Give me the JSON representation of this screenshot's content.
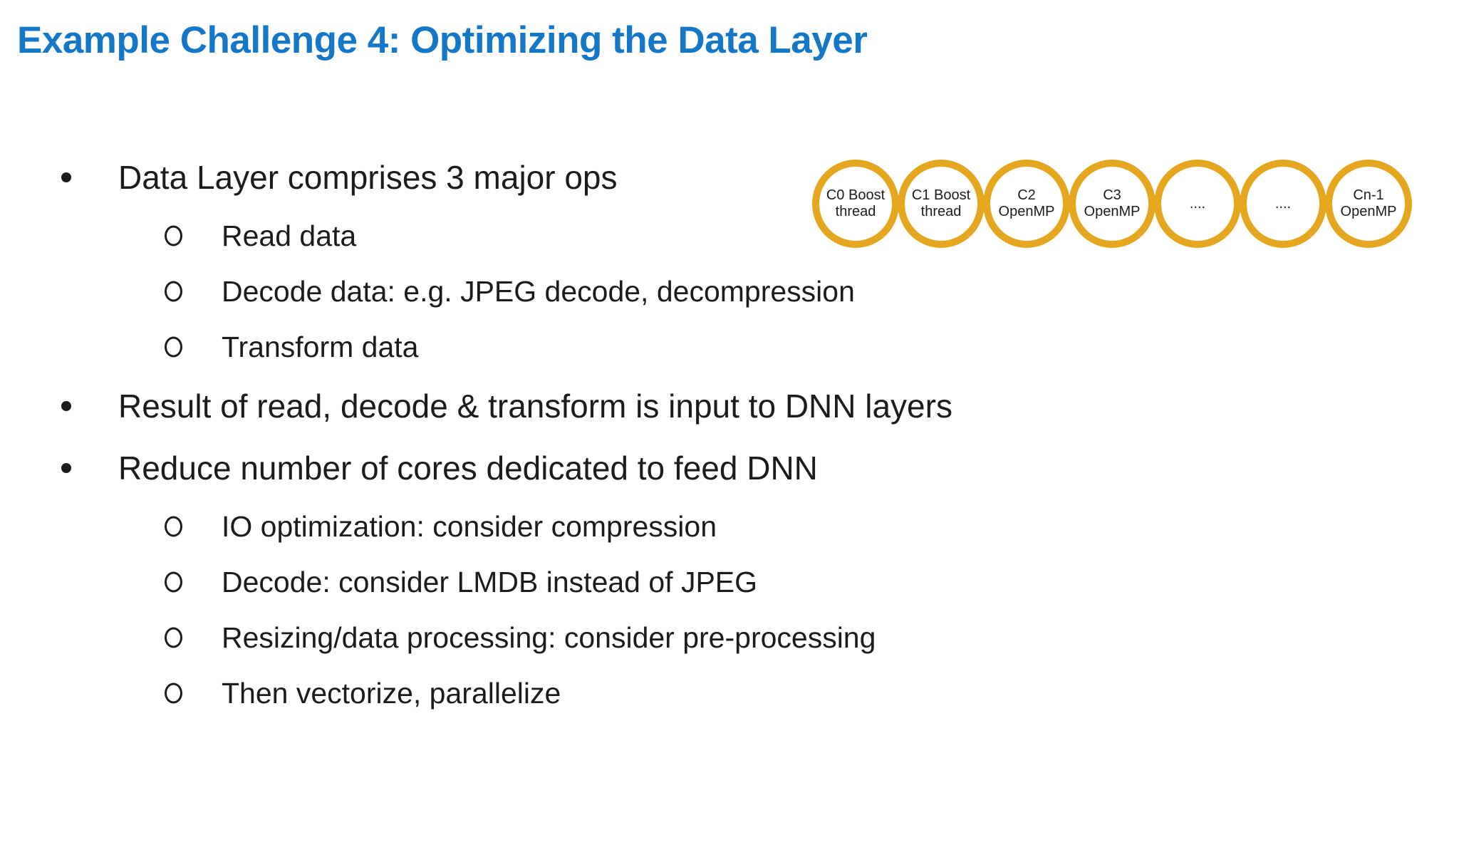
{
  "slide": {
    "title": "Example Challenge 4: Optimizing the Data Layer",
    "title_color": "#1577c8",
    "background_color": "#ffffff",
    "text_color": "#1c1c1c"
  },
  "bullets": [
    {
      "level": 1,
      "text": "Data Layer comprises 3 major ops"
    },
    {
      "level": 2,
      "text": "Read data"
    },
    {
      "level": 2,
      "text": "Decode data: e.g. JPEG decode, decompression"
    },
    {
      "level": 2,
      "text": "Transform data"
    },
    {
      "level": 1,
      "text": "Result of read, decode & transform is input to DNN layers"
    },
    {
      "level": 1,
      "text": "Reduce number of cores dedicated to feed DNN"
    },
    {
      "level": 2,
      "text": "IO optimization: consider compression"
    },
    {
      "level": 2,
      "text": "Decode: consider LMDB instead of JPEG"
    },
    {
      "level": 2,
      "text": "Resizing/data processing: consider pre-processing"
    },
    {
      "level": 2,
      "text": "Then vectorize, parallelize"
    }
  ],
  "diagram": {
    "ring_color": "#e6a720",
    "cores": [
      {
        "line1": "C0 Boost",
        "line2": "thread"
      },
      {
        "line1": "C1 Boost",
        "line2": "thread"
      },
      {
        "line1": "C2",
        "line2": "OpenMP"
      },
      {
        "line1": "C3",
        "line2": "OpenMP"
      },
      {
        "line1": "....",
        "line2": ""
      },
      {
        "line1": "....",
        "line2": ""
      },
      {
        "line1": "Cn-1",
        "line2": "OpenMP"
      }
    ]
  }
}
